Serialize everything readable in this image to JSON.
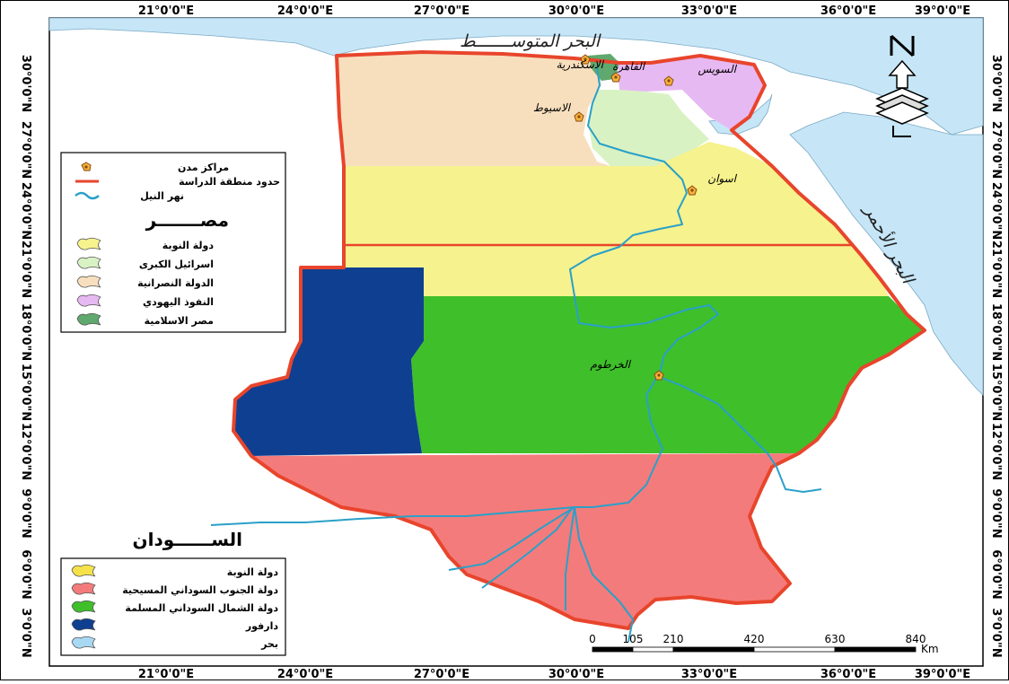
{
  "axes": {
    "top_lon": [
      "21°0'0\"E",
      "24°0'0\"E",
      "27°0'0\"E",
      "30°0'0\"E",
      "33°0'0\"E",
      "36°0'0\"E",
      "39°0'0\"E"
    ],
    "bottom_lon": [
      "21°0'0\"E",
      "24°0'0\"E",
      "27°0'0\"E",
      "30°0'0\"E",
      "33°0'0\"E",
      "36°0'0\"E",
      "39°0'0\"E"
    ],
    "left_lat": [
      "30°0'0\"N",
      "27°0'0\"N",
      "24°0'0\"N",
      "21°0'0\"N",
      "18°0'0\"N",
      "15°0'0\"N",
      "12°0'0\"N",
      "9°0'0\"N",
      "6°0'0\"N",
      "3°0'0\"N"
    ],
    "right_lat": [
      "30°0'0\"N",
      "27°0'0\"N",
      "24°0'0\"N",
      "21°0'0\"N",
      "18°0'0\"N",
      "15°0'0\"N",
      "12°0'0\"N",
      "9°0'0\"N",
      "6°0'0\"N",
      "3°0'0\"N"
    ]
  },
  "seas": {
    "mediterranean": "البحر المتوســـــــط",
    "red_sea": "البحر الأحمر"
  },
  "cities": [
    {
      "name": "الاسكندرية"
    },
    {
      "name": "القاهرة"
    },
    {
      "name": "السويس"
    },
    {
      "name": "الاسيوط"
    },
    {
      "name": "اسوان"
    },
    {
      "name": "الخرطوم"
    }
  ],
  "legend_top": {
    "symbols": [
      {
        "label": "مراكز مدن"
      },
      {
        "label": "حدود منطقة الدراسة"
      },
      {
        "label": "نهر النيل"
      }
    ],
    "title": "مصـــــــر",
    "items": [
      {
        "label": "دولة النوبة",
        "color": "#f6f28d"
      },
      {
        "label": "اسرائيل الكبرى",
        "color": "#d9f2c4"
      },
      {
        "label": "الدولة النصرانية",
        "color": "#f7dfbe"
      },
      {
        "label": "النفوذ اليهودي",
        "color": "#e7b9f2"
      },
      {
        "label": "مصر الاسلامية",
        "color": "#5fa86e"
      }
    ]
  },
  "legend_bottom": {
    "title": "الســــــودان",
    "items": [
      {
        "label": "دولة النوبة",
        "color": "#f5e24a"
      },
      {
        "label": "دولة الجنوب السوداني المسيحية",
        "color": "#f47b7b"
      },
      {
        "label": "دولة الشمال السوداني المسلمة",
        "color": "#3fbf2a"
      },
      {
        "label": "دارفور",
        "color": "#0f3f91"
      },
      {
        "label": "بحر",
        "color": "#a9d8f2"
      }
    ]
  },
  "scale_bar": {
    "labels": [
      "0",
      "105",
      "210",
      "420",
      "630",
      "840"
    ],
    "unit": "Km"
  },
  "colors": {
    "sea": "#c6e6f7",
    "land_background": "#ffffff",
    "boundary": "#e8452c",
    "nile": "#2aa0c9",
    "egypt_south": "#f6f28d",
    "israel_greater": "#d9f2c4",
    "christian_state": "#f7dfbe",
    "jewish_influence": "#e7b9f2",
    "islamic_egypt": "#5fa86e",
    "north_sudan": "#3fbf2a",
    "south_sudan": "#f47b7b",
    "darfur": "#0f3f91"
  }
}
